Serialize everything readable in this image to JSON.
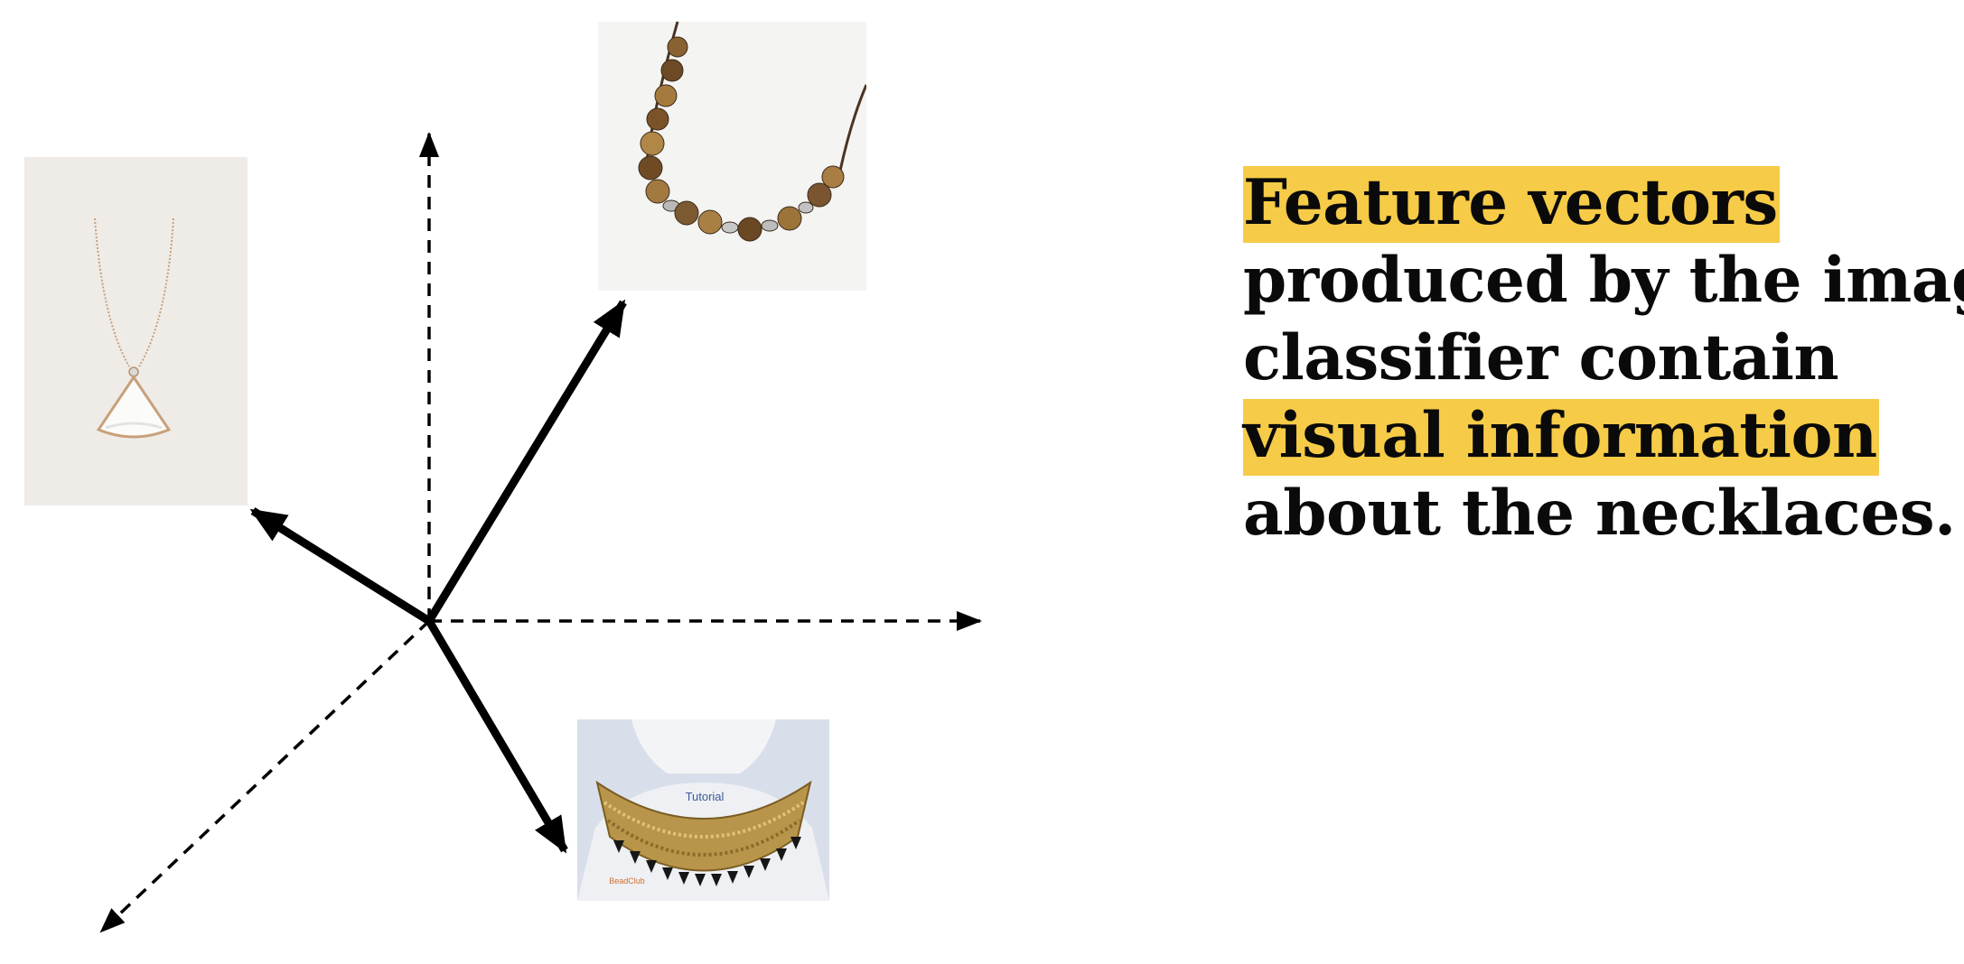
{
  "caption": {
    "line1_highlight": "Feature vectors",
    "line2": "produced by the image",
    "line3": "classifier contain",
    "line4_highlight": "visual information",
    "line5": "about the necklaces."
  },
  "images": {
    "collar_label": "Tutorial",
    "collar_logo": "BeadClub"
  },
  "colors": {
    "highlight": "#f6cb47",
    "text": "#0a0a0a",
    "arrow": "#000000"
  }
}
